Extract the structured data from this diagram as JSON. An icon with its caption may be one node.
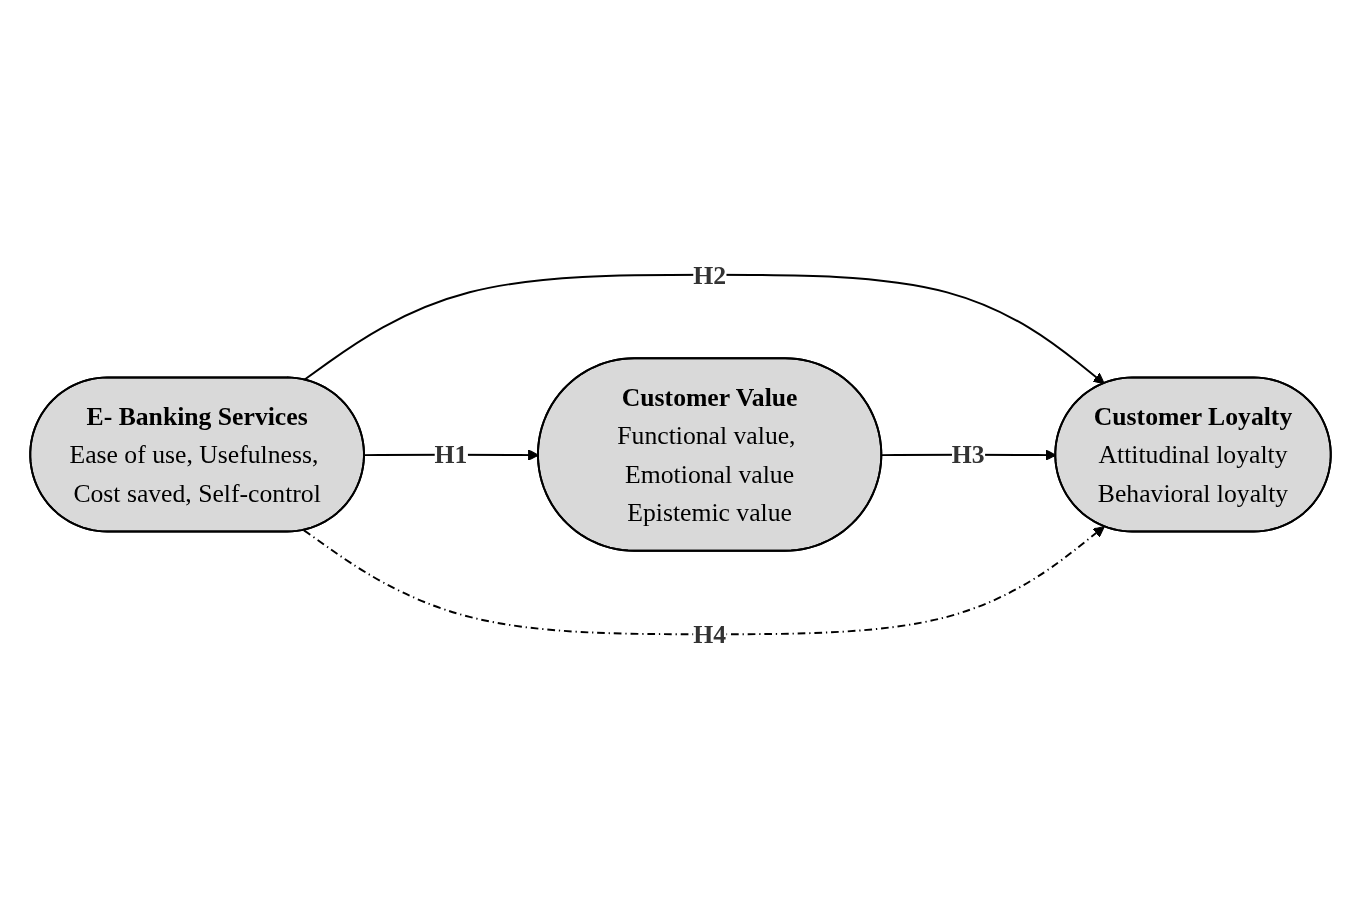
{
  "diagram": {
    "nodes": [
      {
        "text": [
          "Customer Value",
          "Functional value, Emotional value",
          "Epistemic value"
        ]
      },
      {
        "text": [
          "E- Banking Services",
          "Ease of use, Usefulness, Cost saved, Self-control"
        ]
      },
      {
        "text": [
          "Customer Loyalty",
          "Attitudinal loyalty",
          "Behavioral loyalty"
        ]
      }
    ],
    "edges": [
      {
        "from": 1,
        "to": 0,
        "arrow": "to",
        "label": "H1"
      },
      {
        "from": 1,
        "to": 2,
        "arrow": "to",
        "label": "H2"
      },
      {
        "from": 0,
        "to": 2,
        "arrow": "to",
        "label": "H3"
      },
      {
        "from": 1,
        "to": 2,
        "arrow": "to",
        "label": "H4",
        "style": "dashed"
      }
    ]
  }
}
